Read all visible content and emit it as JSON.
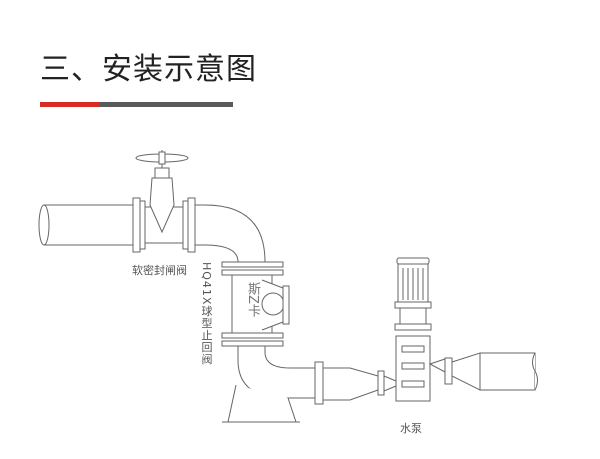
{
  "title": "三、安装示意图",
  "accent_colors": {
    "red": "#d62b25",
    "gray": "#5a5a5a"
  },
  "labels": {
    "gate_valve": "软密封闸阀",
    "check_valve": "HQ41X球型止回阀",
    "pump": "水泵"
  },
  "watermark": "斯Z卡"
}
